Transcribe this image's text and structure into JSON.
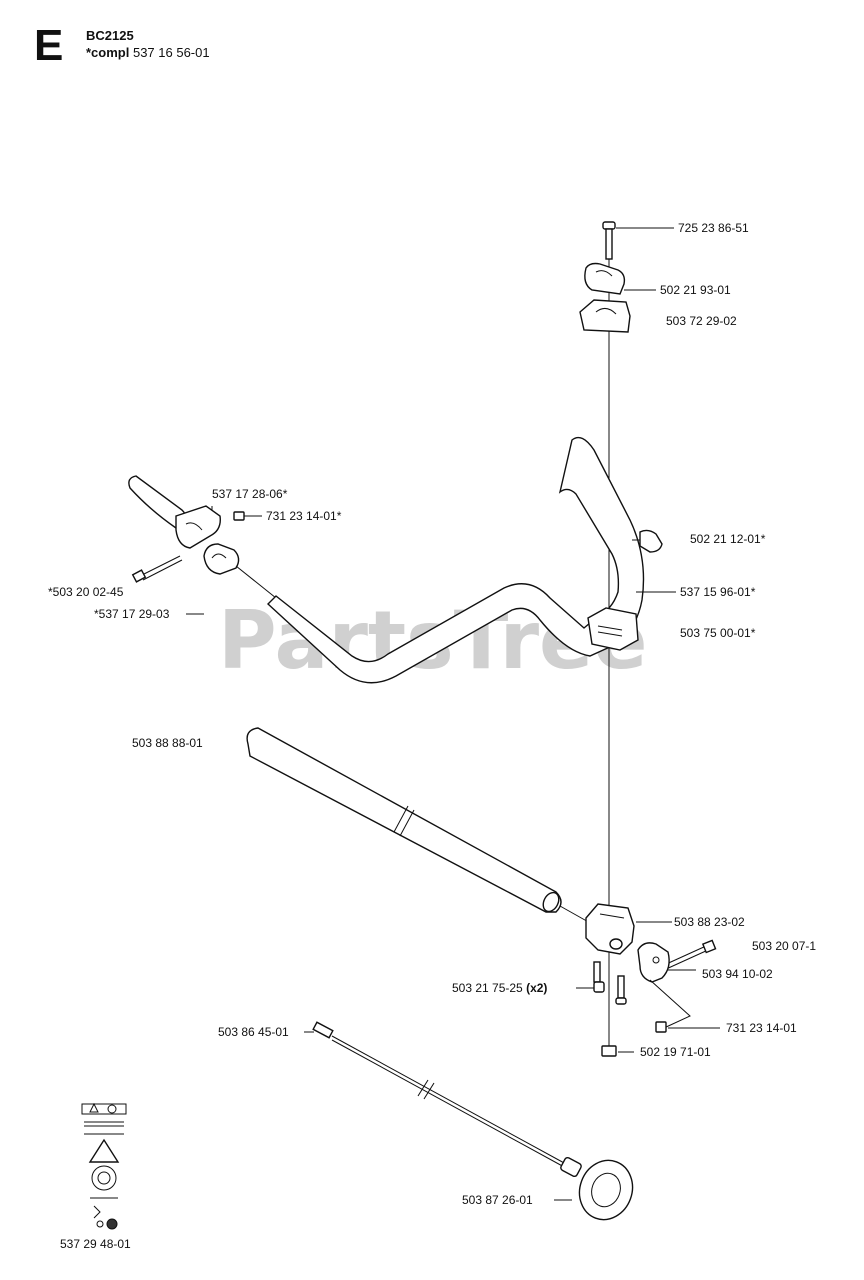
{
  "header": {
    "section_letter": "E",
    "model": "BC2125",
    "compl_prefix": "*compl",
    "compl_number": "537 16 56-01"
  },
  "watermark": "PartsTree",
  "parts": {
    "p1": "725 23 86-51",
    "p2": "502 21 93-01",
    "p3": "503 72 29-02",
    "p4": "537 17 28-06*",
    "p5": "731 23 14-01*",
    "p6": "502 21 12-01*",
    "p7": "*503 20 02-45",
    "p8": "537 15 96-01*",
    "p9": "*537 17 29-03",
    "p10": "503 75 00-01*",
    "p11": "503 88 88-01",
    "p12": "503 88 23-02",
    "p13": "503 20 07-1",
    "p14": "503 94 10-02",
    "p15": "503 21 75-25",
    "p15_qty": "(x2)",
    "p16": "503 86 45-01",
    "p17": "731 23 14-01",
    "p18": "502 19 71-01",
    "p19": "503 87 26-01",
    "p20": "537 29 48-01"
  }
}
